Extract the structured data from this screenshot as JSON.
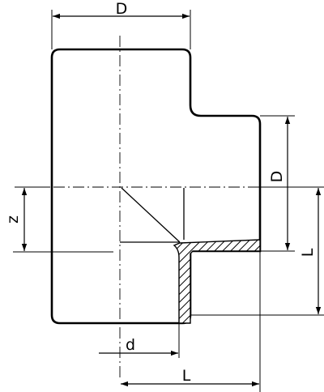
{
  "diagram": {
    "labels": {
      "outer_diameter_top": "D",
      "outer_diameter_side": "D",
      "insertion_depth": "z",
      "inner_diameter": "d",
      "length_bottom": "L",
      "length_side": "L"
    }
  }
}
